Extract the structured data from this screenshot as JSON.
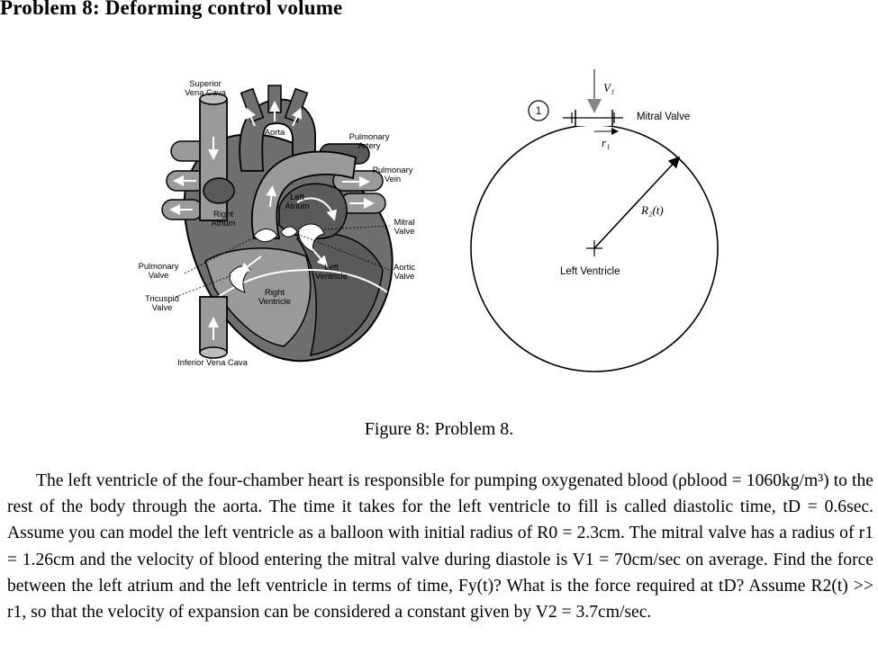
{
  "title": "Problem 8: Deforming control volume",
  "heart": {
    "superior_vena_cava": [
      "Superior",
      "Vena Cava"
    ],
    "aorta": "Aorta",
    "pulmonary_artery": [
      "Pulmonary",
      "Artery"
    ],
    "pulmonary_vein": [
      "Pulmonary",
      "Vein"
    ],
    "left_atrium": [
      "Left",
      "Atrium"
    ],
    "right_atrium": [
      "Right",
      "Atrium"
    ],
    "mitral_valve": [
      "Mitral",
      "Valve"
    ],
    "aortic_valve": [
      "Aortic",
      "Valve"
    ],
    "left_ventricle": [
      "Left",
      "Ventricle"
    ],
    "pulmonary_valve": [
      "Pulmonary",
      "Valve"
    ],
    "tricuspid_valve": [
      "Tricuspid",
      "Valve"
    ],
    "right_ventricle": [
      "Right",
      "Ventricle"
    ],
    "inferior_vena_cava": "Inferior Vena Cava"
  },
  "schematic": {
    "station": "1",
    "v1": "V₁",
    "r1": "r₁",
    "r2": "R₂(t)",
    "mitral_valve": "Mitral Valve",
    "left_ventricle": "Left Ventricle"
  },
  "caption": "Figure 8: Problem 8.",
  "paragraph": "The left ventricle of the four-chamber heart is responsible for pumping oxygenated blood (ρblood = 1060kg/m³) to the rest of the body through the aorta. The time it takes for the left ventricle to fill is called diastolic time, tD = 0.6sec. Assume you can model the left ventricle as a balloon with initial radius of R0 = 2.3cm. The mitral valve has a radius of r1 = 1.26cm and the velocity of blood entering the mitral valve during diastole is V1 = 70cm/sec on average. Find the force between the left atrium and the left ventricle in terms of time, Fy(t)? What is the force required at tD? Assume R2(t) >> r1, so that the velocity of expansion can be considered a constant given by V2 = 3.7cm/sec."
}
